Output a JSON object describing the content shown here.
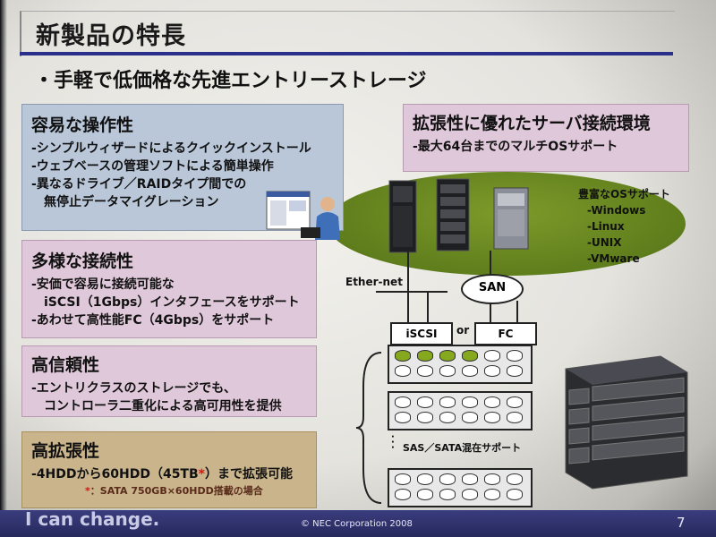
{
  "slide": {
    "title": "新製品の特長",
    "subtitle": "・手軽で低価格な先進エントリーストレージ"
  },
  "boxes": {
    "ease": {
      "heading": "容易な操作性",
      "lines": [
        "-シンプルウィザードによるクイックインストール",
        "-ウェブベースの管理ソフトによる簡単操作",
        "-異なるドライブ／RAIDタイプ間での",
        "　無停止データマイグレーション"
      ]
    },
    "connectivity": {
      "heading": "多様な接続性",
      "lines": [
        "-安価で容易に接続可能な",
        "　iSCSI（1Gbps）インタフェースをサポート",
        "-あわせて高性能FC（4Gbps）をサポート"
      ]
    },
    "reliability": {
      "heading": "高信頼性",
      "lines": [
        "-エントリクラスのストレージでも、",
        "　コントローラ二重化による高可用性を提供"
      ]
    },
    "expandability": {
      "heading": "高拡張性",
      "line_pre": "-4HDDから60HDD（45TB",
      "line_mark": "*",
      "line_post": "）まで拡張可能",
      "note_mark": "*",
      "note": "：SATA 750GB×60HDD搭載の場合"
    },
    "extensibility": {
      "heading": "拡張性に優れたサーバ接続環境",
      "lines": [
        "-最大64台までのマルチOSサポート"
      ]
    }
  },
  "diagram": {
    "os_title": "豊富なOSサポート",
    "os_list": [
      "-Windows",
      "-Linux",
      "-UNIX",
      "-VMware"
    ],
    "ethernet": "Ether-net",
    "san": "SAN",
    "iscsi": "iSCSI",
    "or": "or",
    "fc": "FC",
    "sas": "SAS／SATA混在サポート"
  },
  "footer": {
    "slogan": "I can change.",
    "copyright": "© NEC Corporation 2008",
    "page": "7"
  },
  "colors": {
    "title_rule": "#2b2f8c",
    "box_blue": "#b9c7d9",
    "box_pink": "#dfc8d9",
    "box_gold": "#c9b48c",
    "ellipse_green": "#5f7e1c",
    "footer": "#2a2d66"
  }
}
